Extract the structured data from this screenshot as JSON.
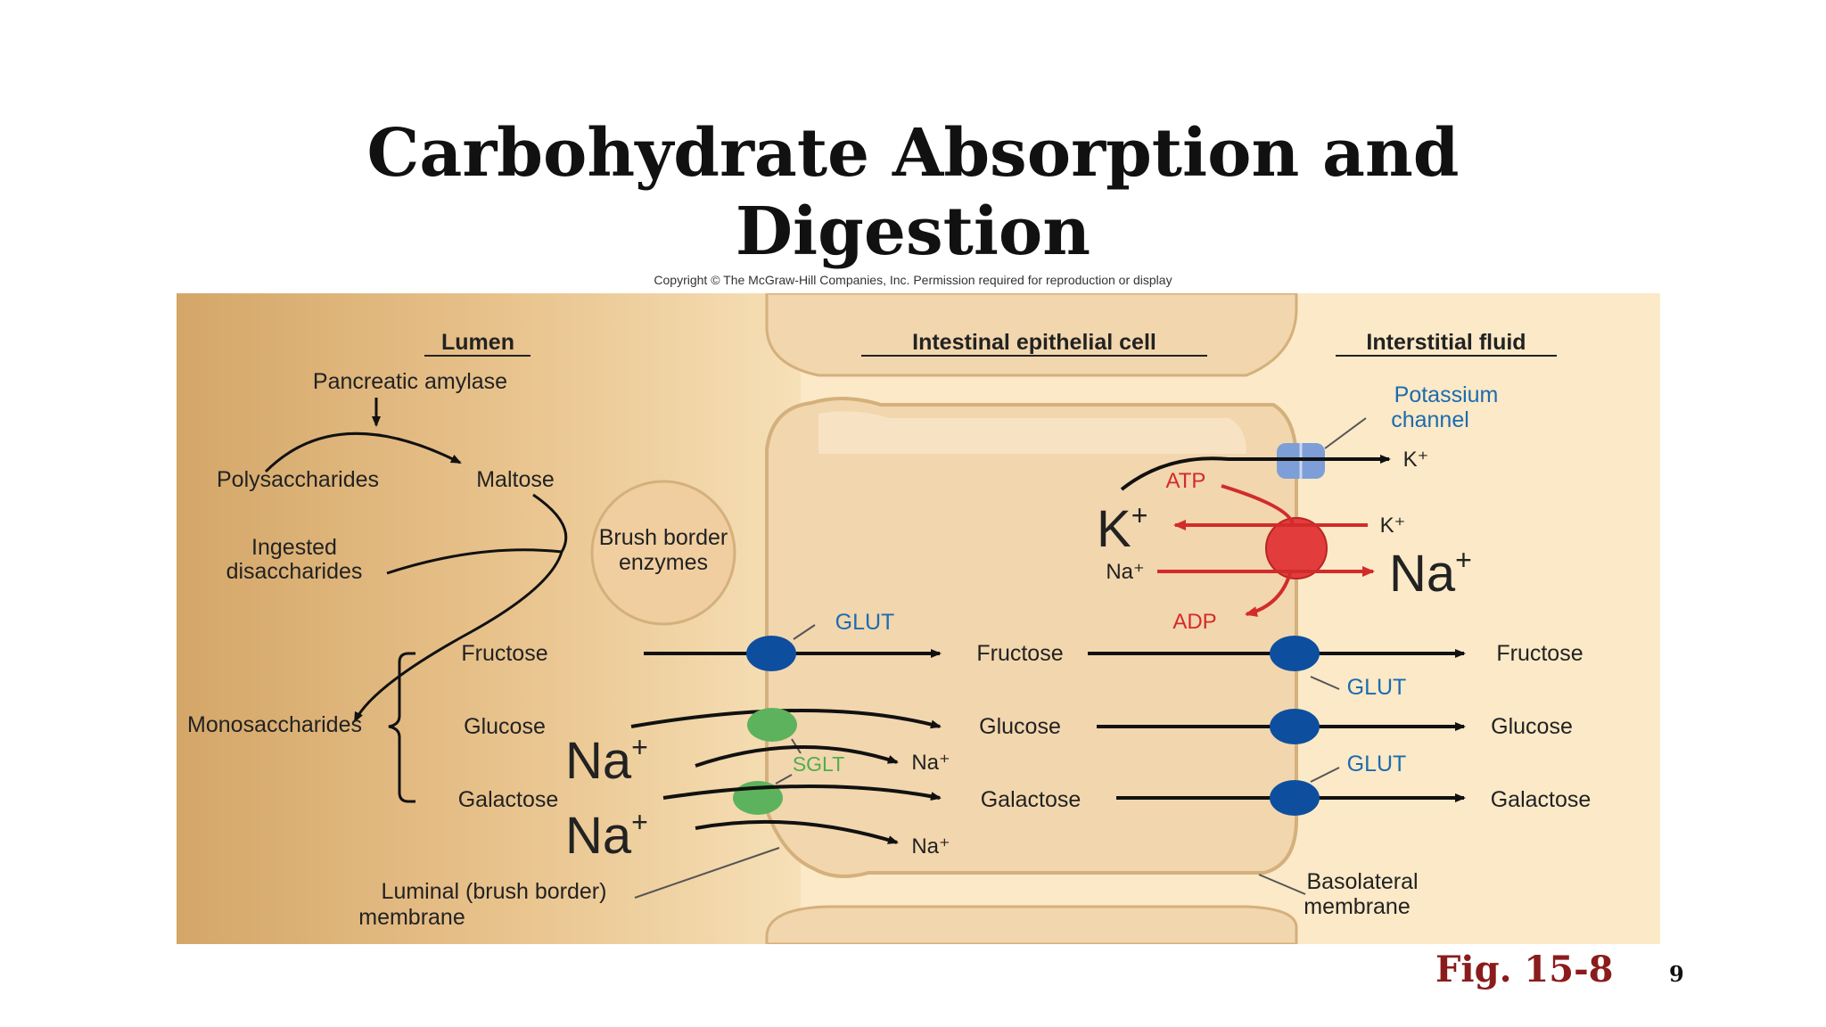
{
  "slide": {
    "title_line1": "Carbohydrate Absorption and",
    "title_line2": "Digestion",
    "copyright": "Copyright © The McGraw-Hill Companies, Inc. Permission required for reproduction or display",
    "figure_label": "Fig. 15-8",
    "page_number": "9"
  },
  "diagram": {
    "headers": {
      "lumen": "Lumen",
      "cell": "Intestinal epithelial cell",
      "interstitial": "Interstitial fluid"
    },
    "lumen_labels": {
      "pancreatic_amylase": "Pancreatic amylase",
      "polysaccharides": "Polysaccharides",
      "maltose": "Maltose",
      "ingested_line1": "Ingested",
      "ingested_line2": "disaccharides",
      "monosaccharides": "Monosaccharides",
      "brush_line1": "Brush border",
      "brush_line2": "enzymes"
    },
    "sugars": {
      "fructose": "Fructose",
      "glucose": "Glucose",
      "galactose": "Galactose"
    },
    "transporters": {
      "glut": "GLUT",
      "sglt": "SGLT",
      "potassium_line1": "Potassium",
      "potassium_line2": "channel"
    },
    "ions": {
      "na_large": "Na",
      "k_large": "K",
      "plus": "+",
      "na_small": "Na⁺",
      "k_small": "K⁺",
      "atp": "ATP",
      "adp": "ADP"
    },
    "membranes": {
      "luminal_line1": "Luminal (brush border)",
      "luminal_line2": "membrane",
      "basolateral_line1": "Basolateral",
      "basolateral_line2": "membrane"
    },
    "colors": {
      "lumen_gradient_start": "#d4a668",
      "lumen_gradient_end": "#f6e0b7",
      "cell_fill": "#f2d6ad",
      "cell_border": "#d4b07c",
      "interstitial_bg": "#fbe9c7",
      "glut": "#0d4f9e",
      "sglt": "#5db35d",
      "pump": "#e23c3c",
      "potassium_channel": "#7d9ed7",
      "red_text": "#d22b2b",
      "blue_text": "#1c6bb0",
      "green_text": "#4fae4f"
    }
  }
}
